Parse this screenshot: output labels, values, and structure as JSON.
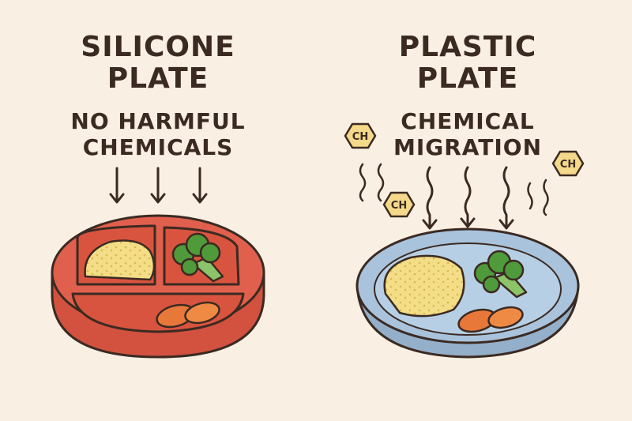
{
  "left_panel": {
    "title_line1": "SILICONE",
    "title_line2": "PLATE",
    "subtitle_line1": "NO HARMFUL",
    "subtitle_line2": "CHEMICALS"
  },
  "right_panel": {
    "title_line1": "PLASTIC",
    "title_line2": "PLATE",
    "subtitle_line1": "CHEMICAL",
    "subtitle_line2": "MIGRATION",
    "badges": [
      "CH",
      "CH",
      "CH"
    ]
  },
  "colors": {
    "background": "#f9efe3",
    "text": "#3b2a22",
    "silicone_plate": "#e0604d",
    "plastic_plate": "#a9c3dc",
    "badge_fill": "#f4d98a",
    "rice": "#f3dd86",
    "broccoli": "#4f9a3a",
    "carrot": "#e8783a"
  }
}
